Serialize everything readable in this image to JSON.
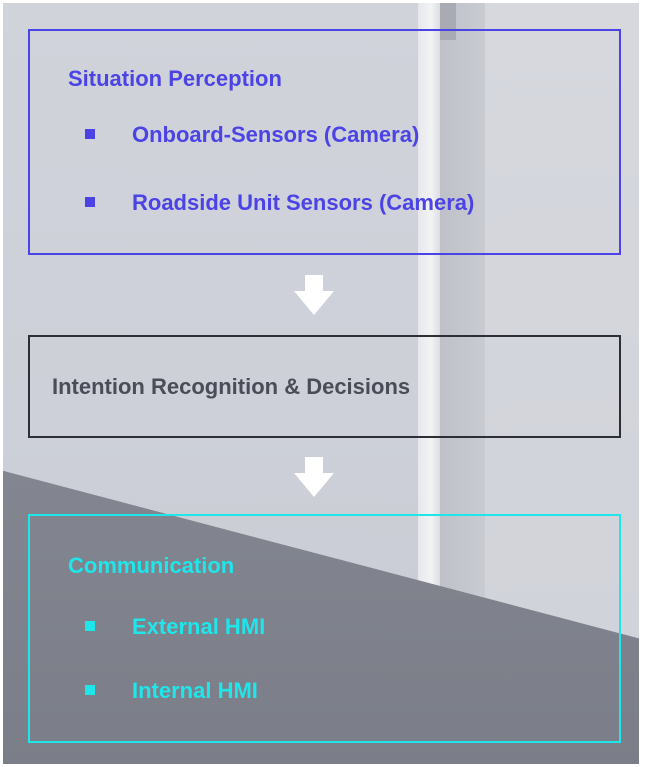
{
  "diagram": {
    "perception": {
      "title": "Situation Perception",
      "items": [
        "Onboard-Sensors (Camera)",
        "Roadside Unit Sensors (Camera)"
      ],
      "color": "#4c43e6"
    },
    "intention": {
      "title": "Intention Recognition & Decisions",
      "color": "#2e2e36"
    },
    "communication": {
      "title": "Communication",
      "items": [
        "External HMI",
        "Internal HMI"
      ],
      "color": "#1ee6ea"
    },
    "arrow_icon": "down-arrow-icon",
    "bullet_icon": "square-bullet-icon"
  }
}
